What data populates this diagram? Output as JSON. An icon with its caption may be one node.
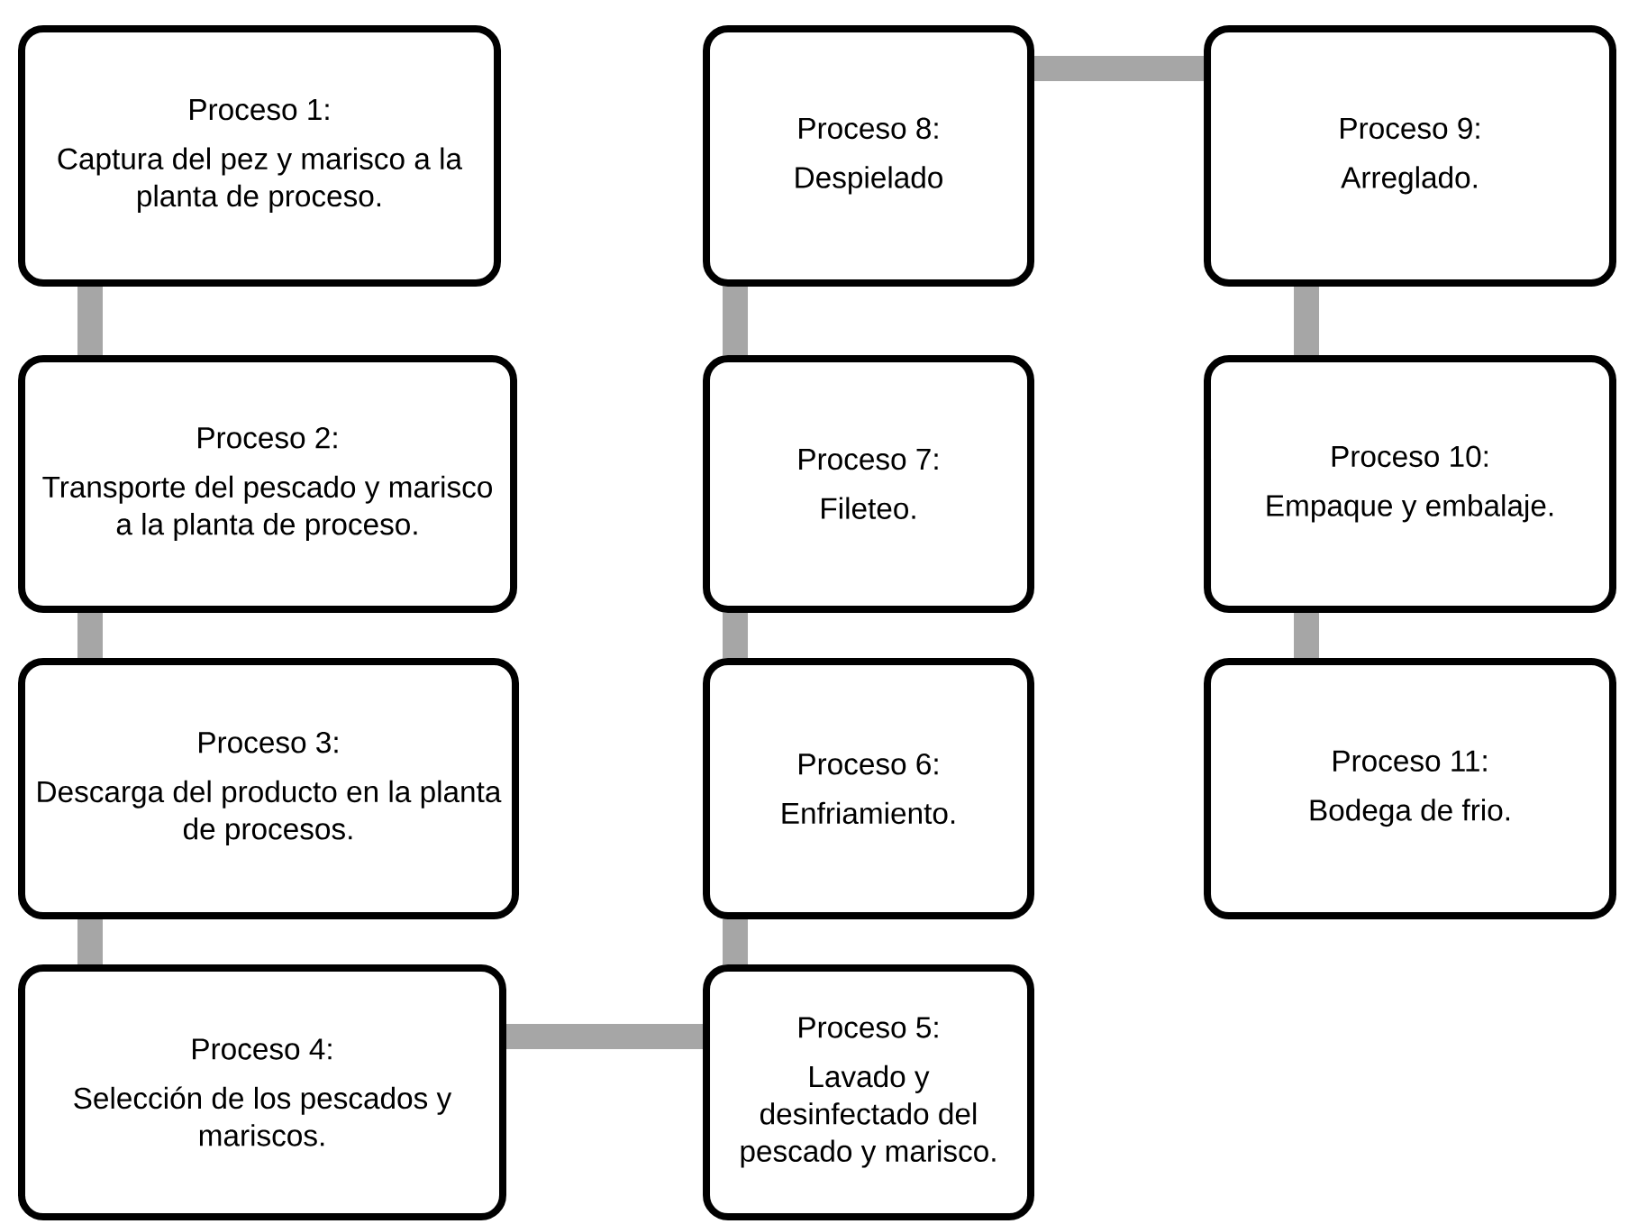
{
  "diagram": {
    "nodes": [
      {
        "text": [
          "Proceso 1:",
          "Captura del pez y marisco a la planta de proceso."
        ]
      },
      {
        "text": [
          "Proceso 2:",
          "Transporte del pescado y marisco a la planta de proceso."
        ]
      },
      {
        "text": [
          "Proceso 3:",
          "Descarga del producto en la planta de procesos."
        ]
      },
      {
        "text": [
          "Proceso 4:",
          "Selección de los pescados y mariscos."
        ]
      },
      {
        "text": [
          "Proceso 5:",
          "Lavado y desinfectado del pescado y marisco."
        ]
      },
      {
        "text": [
          "Proceso 6:",
          "Enfriamiento."
        ]
      },
      {
        "text": [
          "Proceso 7:",
          "Fileteo."
        ]
      },
      {
        "text": [
          "Proceso 8:",
          "Despielado"
        ]
      },
      {
        "text": [
          "Proceso 9:",
          "Arreglado."
        ]
      },
      {
        "text": [
          "Proceso 10:",
          "Empaque y embalaje."
        ]
      },
      {
        "text": [
          "Proceso 11:",
          "Bodega de frio."
        ]
      }
    ],
    "edges": [
      {
        "from": 0,
        "to": 1,
        "arrow": "none"
      },
      {
        "from": 1,
        "to": 2,
        "arrow": "none"
      },
      {
        "from": 2,
        "to": 3,
        "arrow": "none"
      },
      {
        "from": 3,
        "to": 4,
        "arrow": "none"
      },
      {
        "from": 4,
        "to": 5,
        "arrow": "none"
      },
      {
        "from": 5,
        "to": 6,
        "arrow": "none"
      },
      {
        "from": 6,
        "to": 7,
        "arrow": "none"
      },
      {
        "from": 7,
        "to": 8,
        "arrow": "none"
      },
      {
        "from": 8,
        "to": 9,
        "arrow": "none"
      },
      {
        "from": 9,
        "to": 10,
        "arrow": "none"
      }
    ]
  }
}
